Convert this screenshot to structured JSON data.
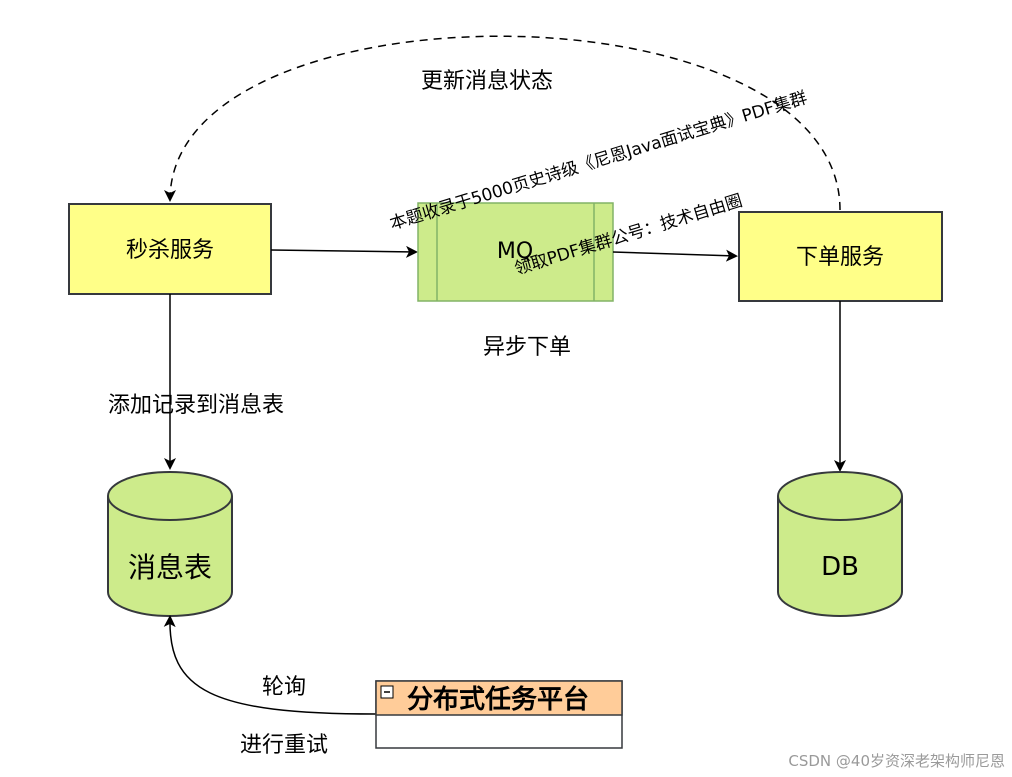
{
  "nodes": {
    "seckill_service": "秒杀服务",
    "mq": "MQ",
    "order_service": "下单服务",
    "message_table": "消息表",
    "db": "DB",
    "task_platform": "分布式任务平台",
    "task_platform_toggle": "−"
  },
  "edges": {
    "update_status": "更新消息状态",
    "async_order": "异步下单",
    "add_record": "添加记录到消息表",
    "polling": "轮询",
    "retry": "进行重试"
  },
  "watermarks": {
    "line1": "本题收录于5000页史诗级《尼恩Java面试宝典》PDF集群",
    "line2": "领取PDF集群公号：技术自由圈",
    "footer": "CSDN @40岁资深老架构师尼恩"
  },
  "colors": {
    "box_fill": "#ffff88",
    "box_stroke": "#36393d",
    "cylinder_fill": "#cdeb8b",
    "cylinder_stroke": "#36393d",
    "mq_fill": "#cdeb8b",
    "mq_stroke": "#82b366",
    "platform_header_fill": "#ffcc99",
    "platform_stroke": "#36393d"
  }
}
